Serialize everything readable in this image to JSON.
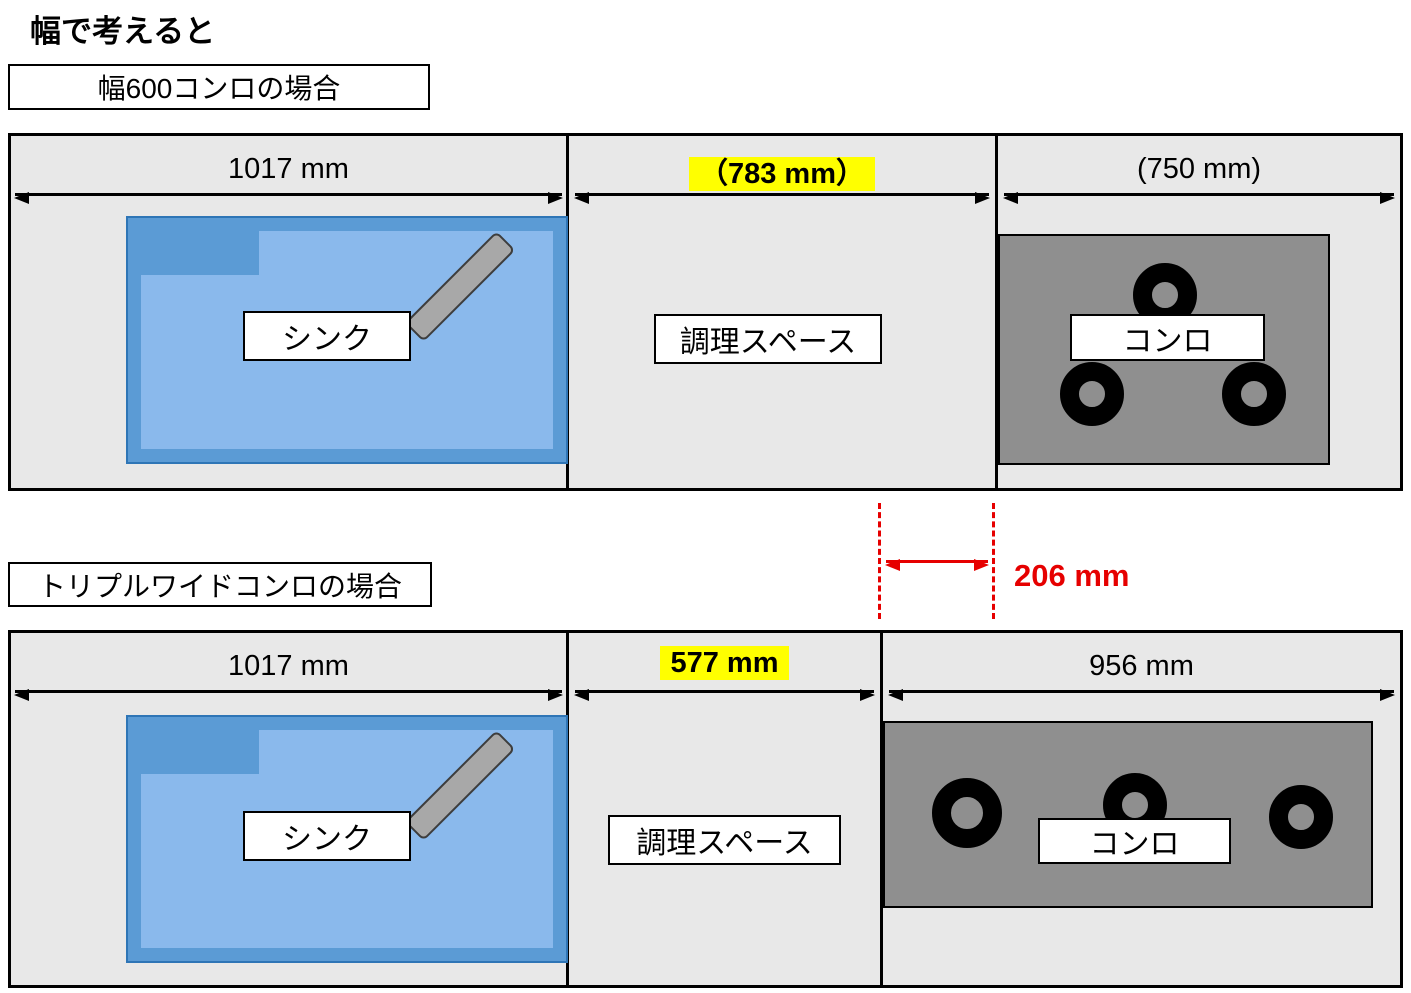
{
  "title": "幅で考えると",
  "diagram1": {
    "caption": "幅600コンロの場合",
    "sink_dim": "1017 mm",
    "cook_dim": "（783 mm）",
    "stove_dim": "(750 mm)",
    "sink_label": "シンク",
    "cook_label": "調理スペース",
    "stove_label": "コンロ"
  },
  "diagram2": {
    "caption": "トリプルワイドコンロの場合",
    "sink_dim": "1017 mm",
    "cook_dim": "577 mm",
    "stove_dim": "956 mm",
    "sink_label": "シンク",
    "cook_label": "調理スペース",
    "stove_label": "コンロ"
  },
  "gap_annotation": "206 mm",
  "colors": {
    "counter_bg": "#e8e8e8",
    "sink_outer": "#5b9bd5",
    "sink_basin": "#8ab9ec",
    "stove_bg": "#8f8f8f",
    "burner": "#000000",
    "highlight": "#ffff00",
    "annotation_red": "#e60000"
  }
}
